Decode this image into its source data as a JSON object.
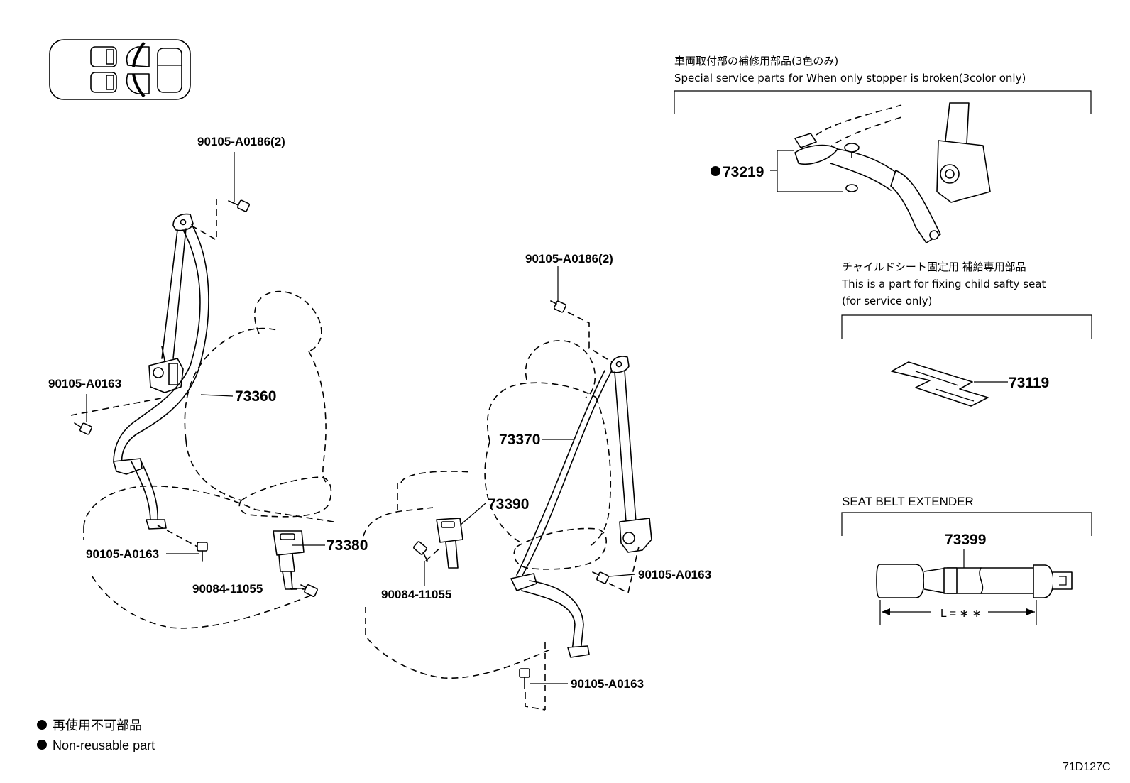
{
  "labels": {
    "bolt_top_left": "90105-A0186(2)",
    "bolt_top_right": "90105-A0186(2)",
    "bolt_left_upper": "90105-A0163",
    "bolt_left_lower": "90105-A0163",
    "bolt_right_mid": "90105-A0163",
    "bolt_right_low": "90105-A0163",
    "screw_left": "90084-11055",
    "screw_right": "90084-11055",
    "belt_left": "73360",
    "belt_right": "73370",
    "buckle_left": "73380",
    "buckle_right": "73390",
    "stopper_part": "73219",
    "child_seat_part": "73119",
    "extender_part": "73399"
  },
  "notes": {
    "stopper_jp": "車両取付部の補修用部品(3色のみ)",
    "stopper_en": "Special service parts for When only stopper is broken(3color only)",
    "child_jp": "チャイルドシート固定用 補給専用部品",
    "child_en1": "This is a part for fixing child safty seat",
    "child_en2": "(for service only)",
    "extender_title": "SEAT BELT EXTENDER",
    "length_label": "L = ∗ ∗"
  },
  "legend": {
    "jp": "再使用不可部品",
    "en": "Non-reusable part"
  },
  "diagram_code": "71D127C"
}
